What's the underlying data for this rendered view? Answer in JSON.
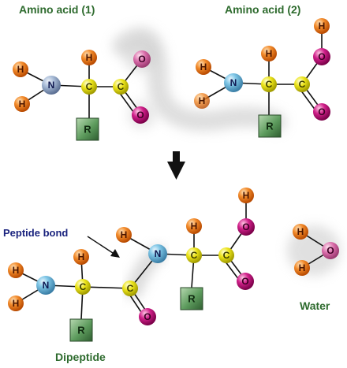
{
  "labels": {
    "amino_acid_1": "Amino acid (1)",
    "amino_acid_2": "Amino acid (2)",
    "peptide_bond": "Peptide bond",
    "water": "Water",
    "dipeptide": "Dipeptide"
  },
  "atom_symbols": {
    "hydrogen": "H",
    "nitrogen": "N",
    "carbon": "C",
    "oxygen": "O",
    "r_group": "R"
  },
  "colors": {
    "hydrogen": "#f07a1a",
    "nitrogen": "#8fa8c8",
    "carbon": "#e6e010",
    "oxygen": "#c8107a",
    "r_group": "#4f8a50",
    "label_green": "#2e6b2e",
    "label_navy": "#1a237e"
  },
  "icons": {
    "reaction_arrow": "down-arrow-icon",
    "water_removed": "glow-highlight"
  }
}
